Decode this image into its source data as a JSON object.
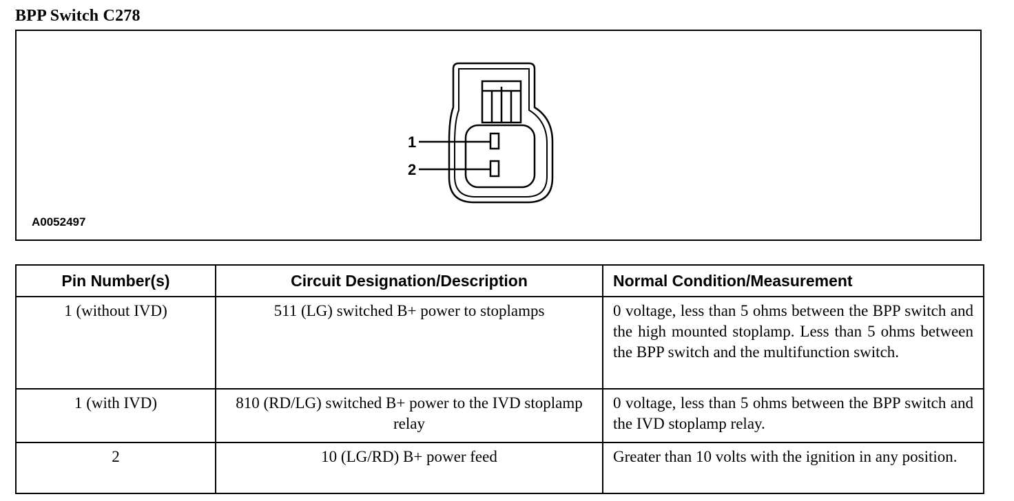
{
  "document": {
    "title": "BPP Switch C278",
    "figure": {
      "id": "A0052497",
      "pins": [
        {
          "label": "1"
        },
        {
          "label": "2"
        }
      ]
    },
    "table": {
      "headers": [
        "Pin Number(s)",
        "Circuit Designation/Description",
        "Normal Condition/Measurement"
      ],
      "rows": [
        {
          "pin": "1 (without IVD)",
          "circuit": "511 (LG) switched B+ power to stoplamps",
          "measurement": "0 voltage, less than 5 ohms between the BPP switch and the high mounted stoplamp. Less than 5 ohms between the BPP switch and the multifunction switch."
        },
        {
          "pin": "1 (with IVD)",
          "circuit": "810 (RD/LG) switched B+ power to the IVD stoplamp relay",
          "measurement": "0 voltage, less than 5 ohms between the BPP switch and the IVD stoplamp relay."
        },
        {
          "pin": "2",
          "circuit": "10 (LG/RD) B+ power feed",
          "measurement": "Greater than 10 volts with the ignition in any position."
        }
      ]
    }
  }
}
